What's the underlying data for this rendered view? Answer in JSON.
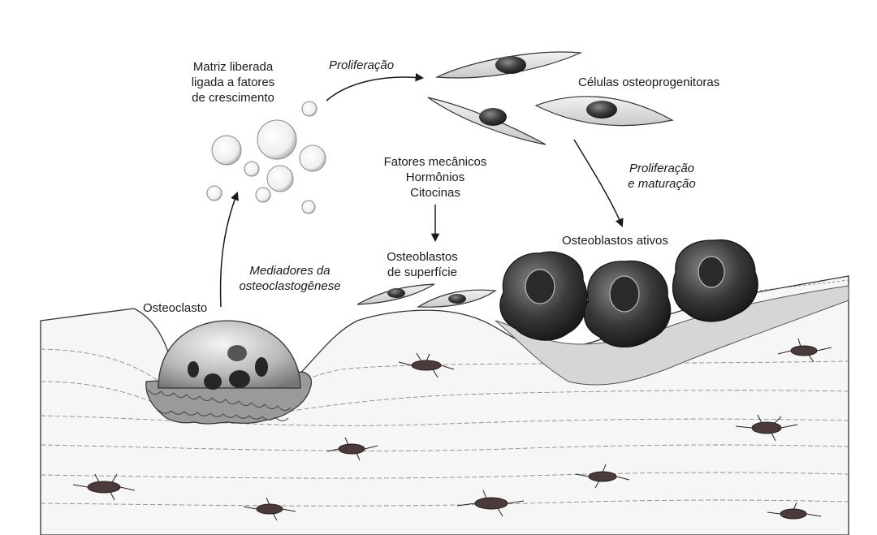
{
  "labels": {
    "matrix_line1": "Matriz liberada",
    "matrix_line2": "ligada a fatores",
    "matrix_line3": "de crescimento",
    "proliferation": "Proliferação",
    "progenitors": "Células osteoprogenitoras",
    "factors_line1": "Fatores mecânicos",
    "factors_line2": "Hormônios",
    "factors_line3": "Citocinas",
    "prolif_mat_line1": "Proliferação",
    "prolif_mat_line2": "e maturação",
    "active_osteoblasts": "Osteoblastos ativos",
    "surface_line1": "Osteoblastos",
    "surface_line2": "de superfície",
    "mediators_line1": "Mediadores da",
    "mediators_line2": "osteoclastogênese",
    "osteoclast": "Osteoclasto"
  }
}
